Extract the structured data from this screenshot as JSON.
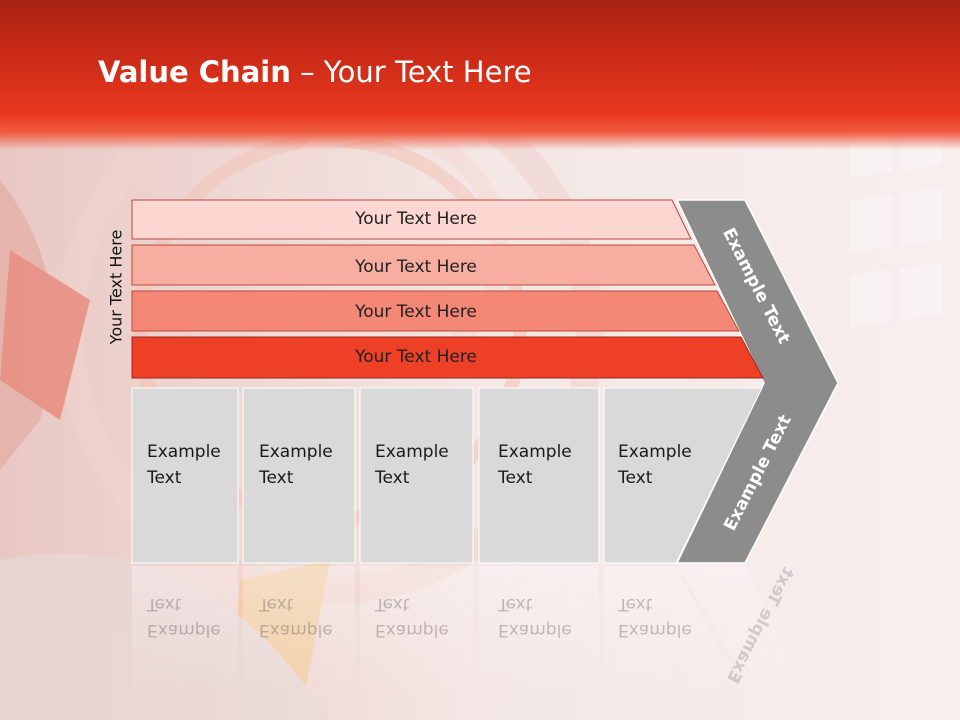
{
  "title": {
    "bold": "Value Chain",
    "rest": " – Your Text Here"
  },
  "side_label": "Your Text Here",
  "bars": [
    {
      "label": "Your Text Here",
      "color": "#fcd6d1"
    },
    {
      "label": "Your Text Here",
      "color": "#f8ada1"
    },
    {
      "label": "Your Text Here",
      "color": "#f48776"
    },
    {
      "label": "Your Text Here",
      "color": "#ee3f27"
    }
  ],
  "boxes": [
    {
      "line1": "Example",
      "line2": "Text"
    },
    {
      "line1": "Example",
      "line2": "Text"
    },
    {
      "line1": "Example",
      "line2": "Text"
    },
    {
      "line1": "Example",
      "line2": "Text"
    },
    {
      "line1": "Example",
      "line2": "Text"
    }
  ],
  "chevron": {
    "upper_label": "Example Text",
    "lower_label": "Example Text",
    "color": "#8c8c8c"
  },
  "colors": {
    "header": "#e2331b",
    "box_fill": "#d9d9d9"
  }
}
